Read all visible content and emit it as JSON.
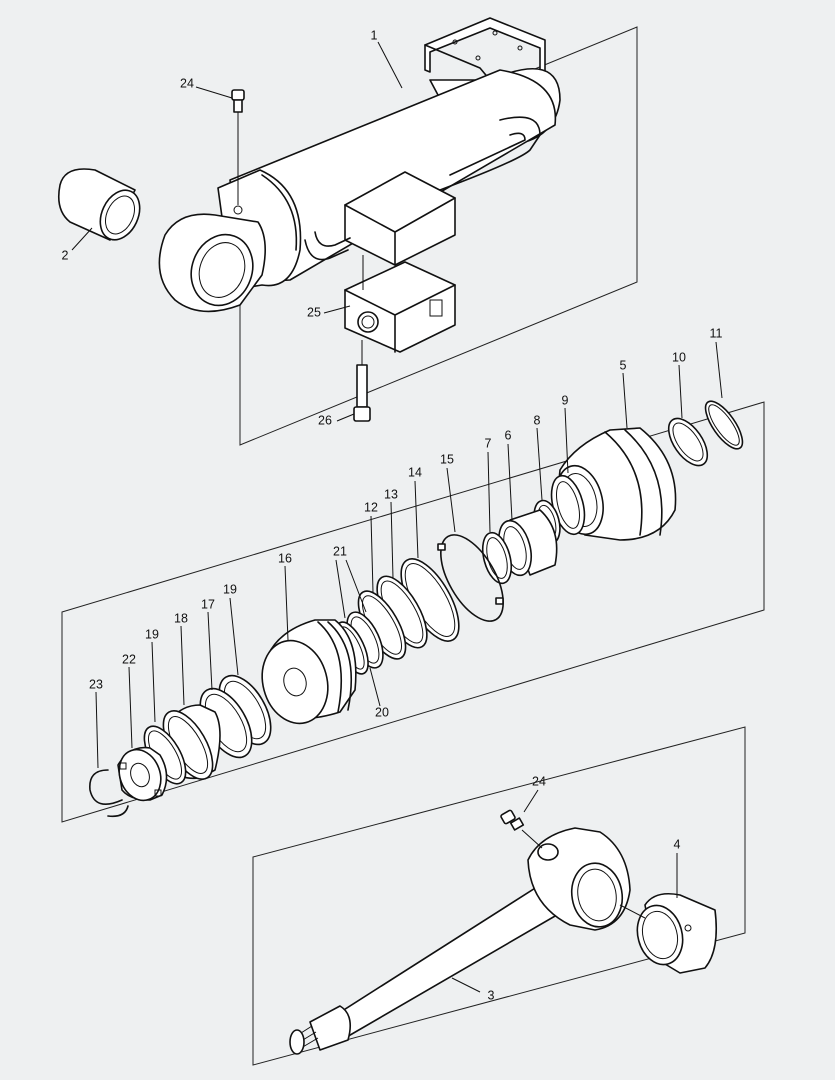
{
  "callouts": {
    "c1": "1",
    "c2": "2",
    "c3": "3",
    "c4": "4",
    "c5": "5",
    "c6": "6",
    "c7": "7",
    "c8": "8",
    "c9": "9",
    "c10": "10",
    "c11": "11",
    "c12": "12",
    "c13": "13",
    "c14": "14",
    "c15": "15",
    "c16": "16",
    "c17": "17",
    "c18": "18",
    "c19a": "19",
    "c19b": "19",
    "c20": "20",
    "c21": "21",
    "c22": "22",
    "c23": "23",
    "c24a": "24",
    "c24b": "24",
    "c25": "25",
    "c26": "26"
  }
}
